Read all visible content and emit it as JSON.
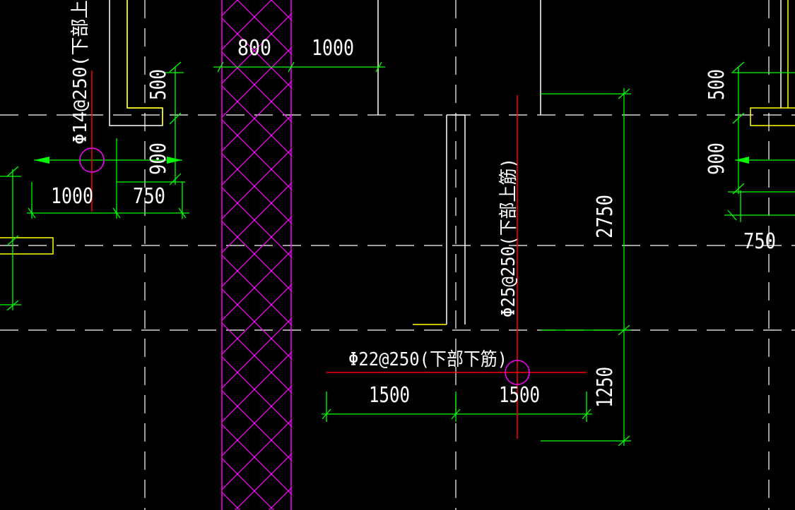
{
  "colors": {
    "background": "#000000",
    "axis": "#ffffff",
    "dimension": "#00ff00",
    "rebar": "#ff0000",
    "hatch": "#ff00ff",
    "outline": "#ffff00",
    "text": "#ffffff"
  },
  "dimensions": {
    "d800": "800",
    "d1000_top": "1000",
    "d500_left": "500",
    "d900_left": "900",
    "d1000_left": "1000",
    "d750_left": "750",
    "d2750": "2750",
    "d1250": "1250",
    "d1500_a": "1500",
    "d1500_b": "1500",
    "d500_right": "500",
    "d900_right": "900",
    "d750_right": "750"
  },
  "rebar_notes": {
    "left_vertical": "Φ14@250(下部上",
    "center_vertical": "Φ25@250(下部上筋)",
    "bottom_horizontal": "Φ22@250(下部下筋)"
  }
}
